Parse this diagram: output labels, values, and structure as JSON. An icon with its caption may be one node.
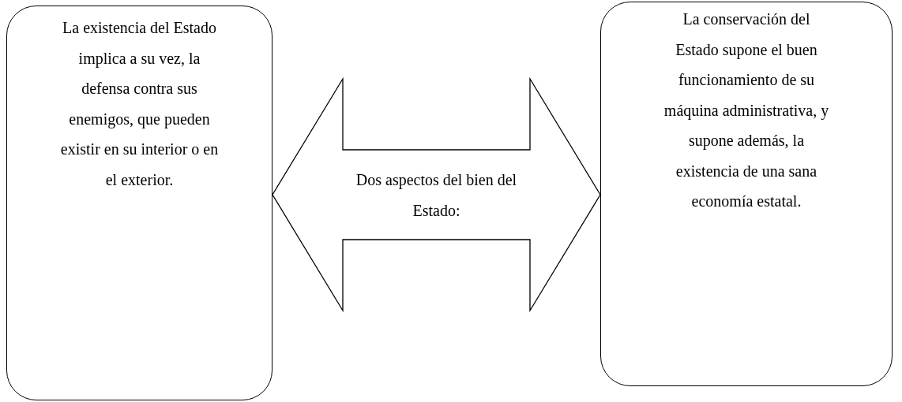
{
  "diagram": {
    "nodes": [
      {
        "text": [
          "La existencia del Estado implica a su vez, la defensa contra sus enemigos, que pueden existir en su interior o en el exterior."
        ]
      },
      {
        "text": [
          "La conservación del Estado supone el buen funcionamiento de su máquina administrativa, y supone además, la existencia de una sana economía estatal."
        ]
      }
    ],
    "edges": [
      {
        "from": 0,
        "to": 1,
        "arrow": "both",
        "label": "Dos aspectos del bien del Estado:"
      }
    ]
  }
}
